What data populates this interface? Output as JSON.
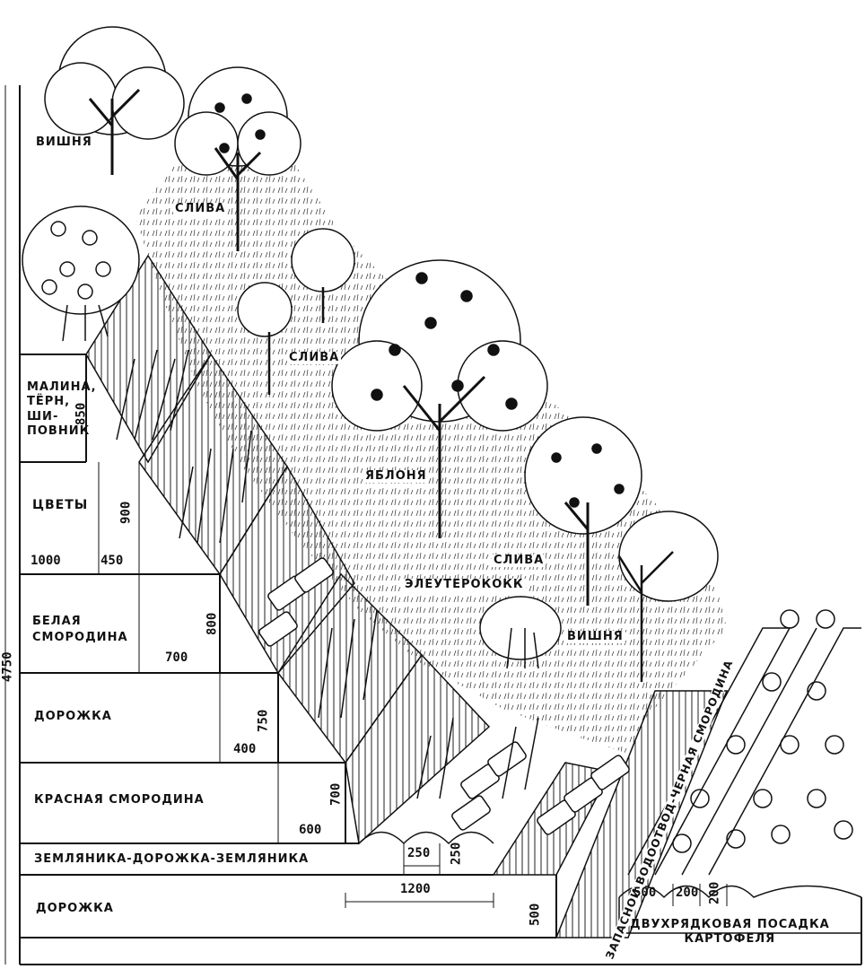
{
  "zones": [
    {
      "id": "cherry1",
      "label": "ВИШНЯ"
    },
    {
      "id": "plum1",
      "label": "СЛИВА"
    },
    {
      "id": "plum2",
      "label": "СЛИВА"
    },
    {
      "id": "apple",
      "label": "ЯБЛОНЯ"
    },
    {
      "id": "plum3",
      "label": "СЛИВА"
    },
    {
      "id": "eleuthero",
      "label": "ЭЛЕУТЕРОКОКК"
    },
    {
      "id": "cherry2",
      "label": "ВИШНЯ"
    },
    {
      "id": "raspberry",
      "label": "МАЛИНА,\nТЁРН,\nШИ-\nПОВНИК"
    },
    {
      "id": "flowers",
      "label": "ЦВЕТЫ"
    },
    {
      "id": "whitecurrant",
      "label": "БЕЛАЯ\nСМОРОДИНА"
    },
    {
      "id": "path1",
      "label": "ДОРОЖКА"
    },
    {
      "id": "redcurrant",
      "label": "КРАСНАЯ СМОРОДИНА"
    },
    {
      "id": "strawberry",
      "label": "ЗЕМЛЯНИКА-ДОРОЖКА-ЗЕМЛЯНИКА"
    },
    {
      "id": "path2",
      "label": "ДОРОЖКА"
    },
    {
      "id": "drain",
      "label": "ЗАПАСНОЙ ВОДООТВОД-ЧЕРНАЯ СМОРОДИНА"
    },
    {
      "id": "potato",
      "label": "ДВУХРЯДКОВАЯ ПОСАДКА\nКАРТОФЕЛЯ"
    }
  ],
  "dimensions": {
    "total": "4750",
    "d850": "850",
    "d900": "900",
    "d1000": "1000",
    "d450": "450",
    "d800": "800",
    "d700a": "700",
    "d750": "750",
    "d400": "400",
    "d700b": "700",
    "d600": "600",
    "d250a": "250",
    "d250b": "250",
    "d1200": "1200",
    "d500a": "500",
    "d500b": "500",
    "d200a": "200",
    "d200b": "200"
  }
}
